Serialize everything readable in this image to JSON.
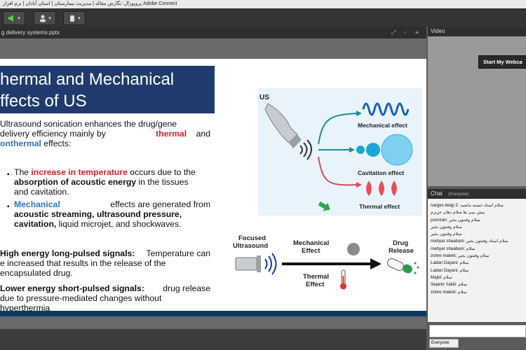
{
  "window": {
    "title": "پروپوزال: نگارش مقاله | مدیریت بیمارستان | استان آبادان | نرم افزار Adobe Connect"
  },
  "share": {
    "file_name": "g delivery systems.pptx"
  },
  "slide": {
    "title_line1": "hermal and Mechanical",
    "title_line2": "ffects of US",
    "intro": {
      "p1": "Ultrasound sonication enhances the drug/gene",
      "p2": "delivery efficiency mainly by",
      "thermal": "thermal",
      "and": "and",
      "nonthermal": "onthermal",
      "effects": " effects:"
    },
    "bullet1": {
      "the": "The ",
      "increase": "increase in temperature",
      "rest1": " occurs due to the",
      "absorption": "absorption of acoustic energy",
      "rest2": " in the tissues",
      "rest3": "and cavitation."
    },
    "bullet2": {
      "mechanical": "Mechanical",
      "rest1": " effects are generated from",
      "l2": "acoustic streaming, ultrasound pressure,",
      "l3b": "cavitation,",
      "l3": " liquid microjet, and shockwaves."
    },
    "high": {
      "bold": "High energy long-pulsed signals:",
      "rest1": " Temperature can",
      "l2": "e increased that results in the release of the",
      "l3": "encapsulated drug."
    },
    "low": {
      "bold": "Lower energy short-pulsed signals:",
      "rest1": " drug release",
      "l2": "due to pressure-mediated changes without",
      "l3": "hyperthermia"
    },
    "diagram1": {
      "us": "US",
      "mech": "Mechanical effect",
      "cav": "Cavitation effect",
      "therm": "Thermal effect"
    },
    "diagram2": {
      "focused": "Focused",
      "ultrasound": "Ultrasound",
      "mech1": "Mechanical",
      "mech2": "Effect",
      "therm1": "Thermal",
      "therm2": "Effect",
      "drug1": "Drug",
      "drug2": "Release"
    }
  },
  "video": {
    "title": "Video",
    "webcam_button": "Start My Webca"
  },
  "chat": {
    "title": "Chat",
    "tab": "(Everyone)",
    "messages": [
      "narges beigi 2: سلام استاد خسته نباشید",
      "پیش بینی ها سلام دهان عزیزم",
      "pooriran: سلام وقتتون بخیر",
      "سلام وقتتون بخیر",
      "سلام وقتتون بخیر",
      "mahyar shaabani: سلام استاد وقتتون بخیر",
      "mahyar shaabani: سلام",
      "zohre malekt: سلام وقتتون بخیر",
      "Ladan Dayani: سلام",
      "Ladan Dayani: سلام",
      "Majid: سلام",
      "Sepehr Yakili: سلام",
      "zohre malekt: سلام"
    ],
    "target": "Everyone"
  },
  "colors": {
    "title_box": "#1f3b6d",
    "thermal_red": "#d6202a",
    "mechanical_blue": "#2b75c4"
  }
}
